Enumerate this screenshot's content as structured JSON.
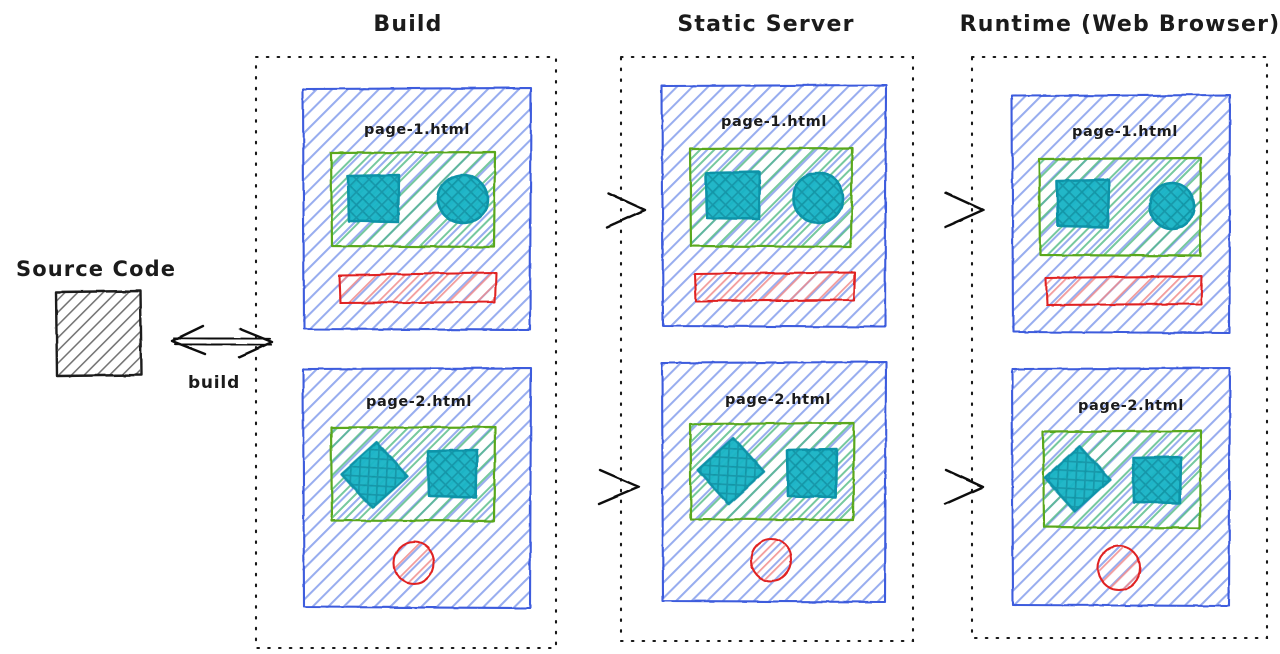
{
  "diagram": {
    "title_source_code": "Source Code",
    "build_arrow_label": "build",
    "stages": [
      {
        "name": "build",
        "label": "Build"
      },
      {
        "name": "static-server",
        "label": "Static Server"
      },
      {
        "name": "runtime",
        "label": "Runtime (Web Browser)"
      }
    ],
    "pages": [
      {
        "name": "page-1",
        "label": "page-1.html"
      },
      {
        "name": "page-2",
        "label": "page-2.html"
      }
    ],
    "columns": [
      {
        "stage": "Build",
        "cards": [
          {
            "label": "page-1.html",
            "shapes": [
              "green-box",
              "teal-square",
              "teal-circle",
              "red-bar"
            ]
          },
          {
            "label": "page-2.html",
            "shapes": [
              "green-box",
              "teal-diamond",
              "teal-square",
              "red-circle"
            ]
          }
        ]
      },
      {
        "stage": "Static Server",
        "cards": [
          {
            "label": "page-1.html",
            "shapes": [
              "green-box",
              "teal-square",
              "teal-circle",
              "red-bar"
            ]
          },
          {
            "label": "page-2.html",
            "shapes": [
              "green-box",
              "teal-diamond",
              "teal-square",
              "red-circle"
            ]
          }
        ]
      },
      {
        "stage": "Runtime (Web Browser)",
        "cards": [
          {
            "label": "page-1.html",
            "shapes": [
              "green-box",
              "teal-square",
              "teal-circle",
              "red-bar"
            ]
          },
          {
            "label": "page-2.html",
            "shapes": [
              "green-box",
              "teal-diamond",
              "teal-square",
              "red-circle"
            ]
          }
        ]
      }
    ],
    "colors": {
      "page_frame": "#3d5bdd",
      "page_fill": "#b9c8f5",
      "component_frame": "#5aa81f",
      "component_fill": "#63c08a",
      "island_frame": "#0f93a8",
      "island_fill": "#19b4c6",
      "accent_red": "#e02424",
      "source_gray": "#1d1d1d",
      "ink": "#171717",
      "background": "#ffffff"
    }
  }
}
